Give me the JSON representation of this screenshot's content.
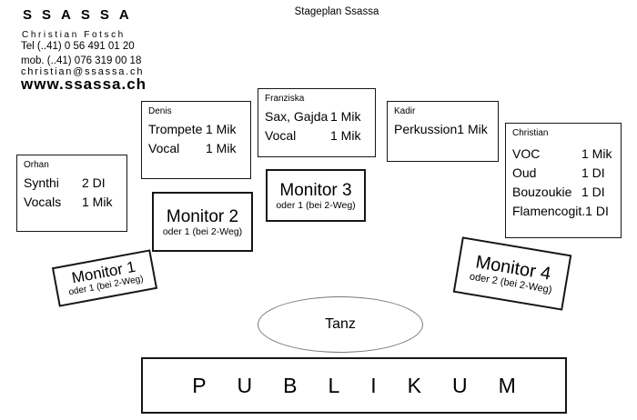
{
  "title": "Stageplan Ssassa",
  "contact": {
    "logo": "SSASSA",
    "name": "Christian Fotsch",
    "tel": "Tel (..41) 0 56 491 01 20",
    "mobile": "mob. (..41) 076 319 00 18",
    "email": "christian@ssassa.ch",
    "website": "www.ssassa.ch"
  },
  "performers": [
    {
      "name": "Orhan",
      "rows": [
        {
          "instrument": "Synthi",
          "io": "2 DI"
        },
        {
          "instrument": "Vocals",
          "io": "1 Mik"
        }
      ]
    },
    {
      "name": "Denis",
      "rows": [
        {
          "instrument": "Trompete",
          "io": "1 Mik"
        },
        {
          "instrument": "Vocal",
          "io": "1 Mik"
        }
      ]
    },
    {
      "name": "Franziska",
      "rows": [
        {
          "instrument": "Sax, Gajda",
          "io": "1 Mik"
        },
        {
          "instrument": "Vocal",
          "io": "1 Mik"
        }
      ]
    },
    {
      "name": "Kadir",
      "rows": [
        {
          "instrument": "Perkussion",
          "io": "1 Mik"
        }
      ]
    },
    {
      "name": "Christian",
      "rows": [
        {
          "instrument": "VOC",
          "io": "1 Mik"
        },
        {
          "instrument": "Oud",
          "io": "1 DI"
        },
        {
          "instrument": "Bouzoukie",
          "io": "1 DI"
        },
        {
          "instrument": "Flamencogit.",
          "io": "1 DI"
        }
      ]
    }
  ],
  "monitors": [
    {
      "label": "Monitor 1",
      "note": "oder 1 (bei 2-Weg)"
    },
    {
      "label": "Monitor 2",
      "note": "oder 1 (bei 2-Weg)"
    },
    {
      "label": "Monitor 3",
      "note": "oder 1 (bei 2-Weg)"
    },
    {
      "label": "Monitor 4",
      "note": "oder 2 (bei 2-Weg)"
    }
  ],
  "stage": {
    "dance_label": "Tanz",
    "audience_label": "PUBLIKUM"
  },
  "colors": {
    "ink": "#000000",
    "background": "#ffffff",
    "border": "#161616"
  }
}
